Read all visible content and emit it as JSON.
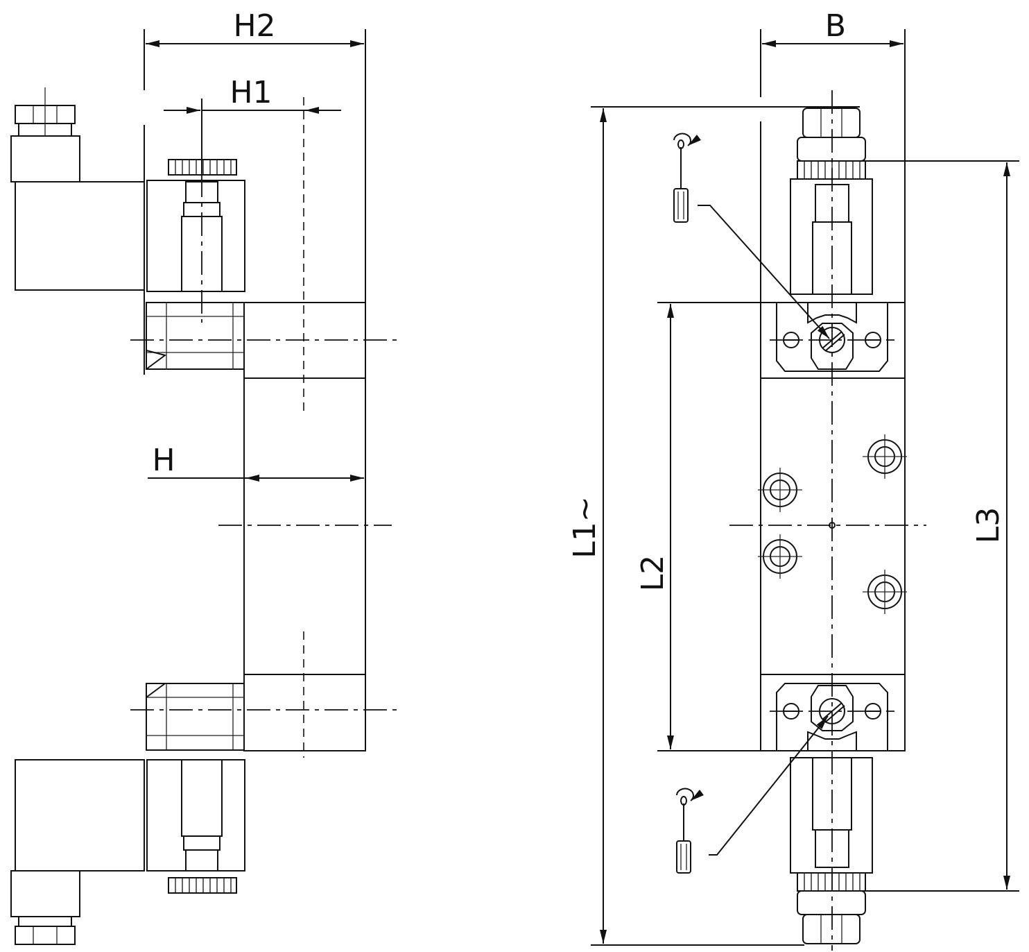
{
  "labels": {
    "h2": "H2",
    "h1": "H1",
    "h": "H",
    "b": "B",
    "l1": "L1~",
    "l2": "L2",
    "l3": "L3"
  },
  "icons": [
    "screwdriver-icon",
    "rotate-arrow-icon"
  ]
}
